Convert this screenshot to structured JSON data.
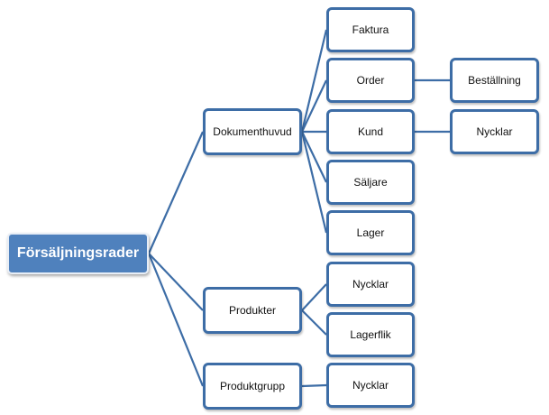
{
  "diagram": {
    "type": "tree",
    "root": {
      "id": "root",
      "label": "Försäljningsrader"
    },
    "nodes": [
      {
        "id": "dok",
        "label": "Dokumenthuvud",
        "parent": "root"
      },
      {
        "id": "prod",
        "label": "Produkter",
        "parent": "root"
      },
      {
        "id": "pgrp",
        "label": "Produktgrupp",
        "parent": "root"
      },
      {
        "id": "faktura",
        "label": "Faktura",
        "parent": "dok"
      },
      {
        "id": "order",
        "label": "Order",
        "parent": "dok"
      },
      {
        "id": "kund",
        "label": "Kund",
        "parent": "dok"
      },
      {
        "id": "saljare",
        "label": "Säljare",
        "parent": "dok"
      },
      {
        "id": "lager",
        "label": "Lager",
        "parent": "dok"
      },
      {
        "id": "prod_nycklar",
        "label": "Nycklar",
        "parent": "prod"
      },
      {
        "id": "lagerflik",
        "label": "Lagerflik",
        "parent": "prod"
      },
      {
        "id": "pgrp_nycklar",
        "label": "Nycklar",
        "parent": "pgrp"
      },
      {
        "id": "bestallning",
        "label": "Beställning",
        "parent": "order"
      },
      {
        "id": "kund_nycklar",
        "label": "Nycklar",
        "parent": "kund"
      }
    ],
    "colors": {
      "root_fill": "#4f81bd",
      "node_border": "#3d6da6",
      "connector": "#3d6da6"
    }
  }
}
